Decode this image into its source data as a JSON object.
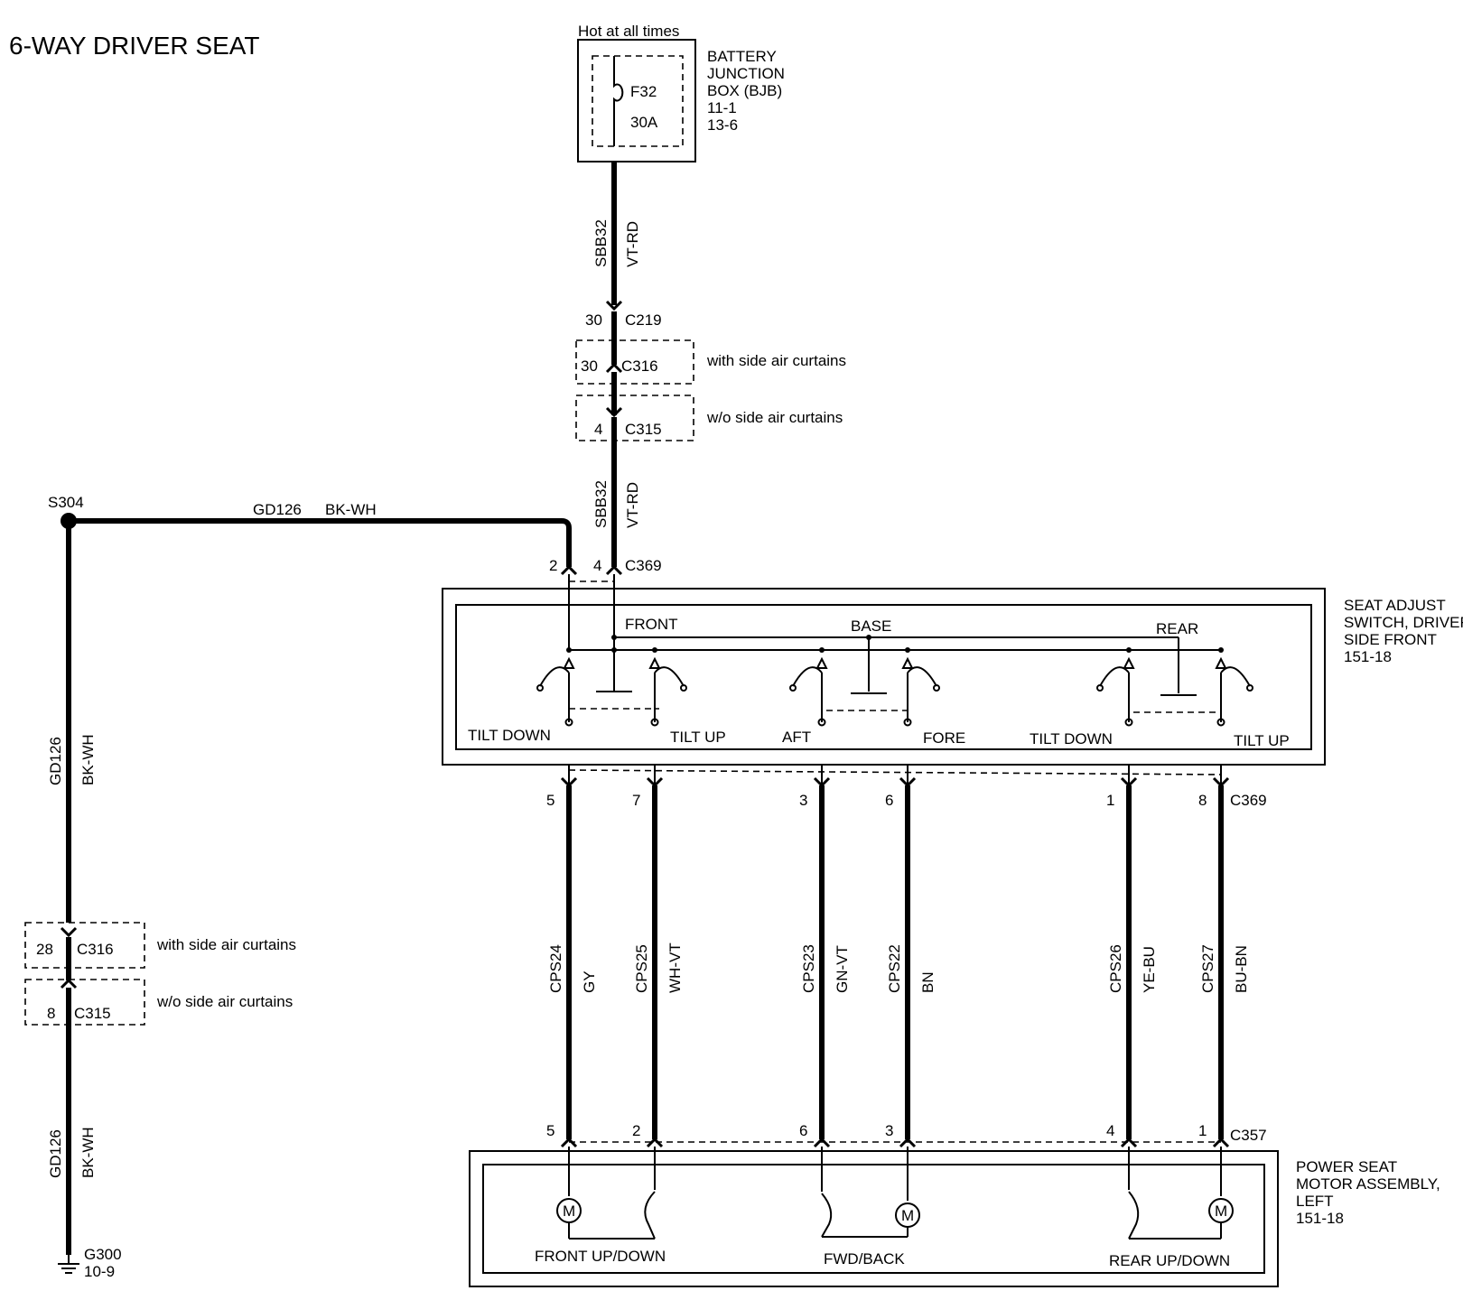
{
  "title": "6-WAY DRIVER SEAT",
  "bjb": {
    "hot": "Hot at all times",
    "fuse": "F32",
    "amps": "30A",
    "label": [
      "BATTERY",
      "JUNCTION",
      "BOX (BJB)",
      "11-1",
      "13-6"
    ]
  },
  "feed": {
    "upper": {
      "circuit": "SBB32",
      "color": "VT-RD"
    },
    "lower": {
      "circuit": "SBB32",
      "color": "VT-RD"
    },
    "c219": {
      "pin": "30",
      "name": "C219"
    },
    "c316": {
      "pin": "30",
      "name": "C316",
      "note": "with side air curtains"
    },
    "c315": {
      "pin": "4",
      "name": "C315",
      "note": "w/o side air curtains"
    }
  },
  "ground": {
    "splice": "S304",
    "top": {
      "circuit": "GD126",
      "color": "BK-WH"
    },
    "vert": {
      "circuit": "GD126",
      "color": "BK-WH"
    },
    "bottom": {
      "circuit": "GD126",
      "color": "BK-WH"
    },
    "c316": {
      "pin": "28",
      "name": "C316",
      "note": "with side air curtains"
    },
    "c315": {
      "pin": "8",
      "name": "C315",
      "note": "w/o side air curtains"
    },
    "g300": "G300",
    "g300ref": "10-9"
  },
  "c369top": {
    "pin_gnd": "2",
    "pin_pwr": "4",
    "name": "C369"
  },
  "switch": {
    "label": [
      "SEAT ADJUST",
      "SWITCH, DRIVER",
      "SIDE FRONT",
      "151-18"
    ],
    "sections": [
      "FRONT",
      "BASE",
      "REAR"
    ],
    "positions": [
      "TILT DOWN",
      "TILT UP",
      "AFT",
      "FORE",
      "TILT DOWN",
      "TILT UP"
    ]
  },
  "c369bottom": {
    "name": "C369"
  },
  "wires": [
    {
      "circuit": "CPS24",
      "color": "GY",
      "c369_pin": "5",
      "c357_pin": "5"
    },
    {
      "circuit": "CPS25",
      "color": "WH-VT",
      "c369_pin": "7",
      "c357_pin": "2"
    },
    {
      "circuit": "CPS23",
      "color": "GN-VT",
      "c369_pin": "3",
      "c357_pin": "6"
    },
    {
      "circuit": "CPS22",
      "color": "BN",
      "c369_pin": "6",
      "c357_pin": "3"
    },
    {
      "circuit": "CPS26",
      "color": "YE-BU",
      "c369_pin": "1",
      "c357_pin": "4"
    },
    {
      "circuit": "CPS27",
      "color": "BU-BN",
      "c369_pin": "8",
      "c357_pin": "1"
    }
  ],
  "c357": {
    "name": "C357"
  },
  "motor": {
    "label": [
      "POWER SEAT",
      "MOTOR ASSEMBLY,",
      "LEFT",
      "151-18"
    ],
    "symbol": "M",
    "motors": [
      "FRONT UP/DOWN",
      "FWD/BACK",
      "REAR UP/DOWN"
    ]
  }
}
